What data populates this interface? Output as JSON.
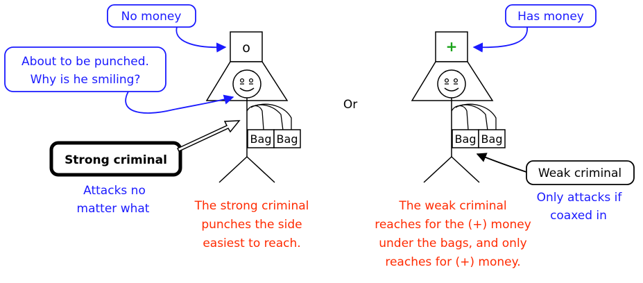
{
  "left": {
    "callout_no_money": "No money",
    "box_symbol": "o",
    "callout_punch_line1": "About to be punched.",
    "callout_punch_line2": "Why is he smiling?",
    "bag1": "Bag",
    "bag2": "Bag",
    "criminal_label": "Strong criminal",
    "criminal_desc_line1": "Attacks no",
    "criminal_desc_line2": "matter what",
    "caption_line1": "The strong criminal",
    "caption_line2": "punches the side",
    "caption_line3": "easiest to reach."
  },
  "middle": {
    "or_label": "Or"
  },
  "right": {
    "callout_has_money": "Has money",
    "box_symbol": "+",
    "bag1": "Bag",
    "bag2": "Bag",
    "criminal_label": "Weak criminal",
    "criminal_desc_line1": "Only attacks if",
    "criminal_desc_line2": "coaxed in",
    "caption_line1": "The weak criminal",
    "caption_line2": "reaches for the (+) money",
    "caption_line3": "under the bags, and only",
    "caption_line4": "reaches for (+) money."
  },
  "colors": {
    "callout_blue": "#1a1aff",
    "caption_red": "#ff2a00",
    "plus_green": "#1aa31a",
    "outline": "#000000"
  }
}
